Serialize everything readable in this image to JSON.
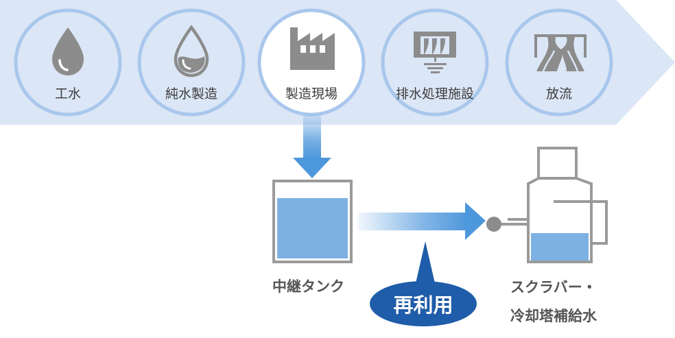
{
  "steps": [
    {
      "label": "工水",
      "icon": "water-drop-icon"
    },
    {
      "label": "純水製造",
      "icon": "pure-water-drop-icon"
    },
    {
      "label": "製造現場",
      "icon": "factory-icon",
      "highlight": true
    },
    {
      "label": "排水処理施設",
      "icon": "wastewater-treatment-icon"
    },
    {
      "label": "放流",
      "icon": "discharge-river-icon"
    }
  ],
  "tank": {
    "label": "中継タンク"
  },
  "scrubber": {
    "label_line1": "スクラバー・",
    "label_line2": "冷却塔補給水"
  },
  "reuse": {
    "label": "再利用"
  },
  "colors": {
    "band": "#dbe6f6",
    "ring": "#a9c7ec",
    "icon_gray": "#8c8c8c",
    "water": "#7eb1e3",
    "arrow": "#4d97dc",
    "badge": "#1f5ca9"
  }
}
